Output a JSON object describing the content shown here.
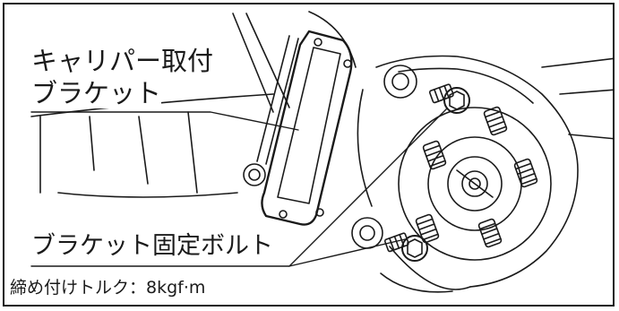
{
  "labels": {
    "bracket_line1": "キャリパー取付",
    "bracket_line2": "ブラケット",
    "bolt": "ブラケット固定ボルト",
    "torque": "締め付けトルク：8kgf·m"
  }
}
